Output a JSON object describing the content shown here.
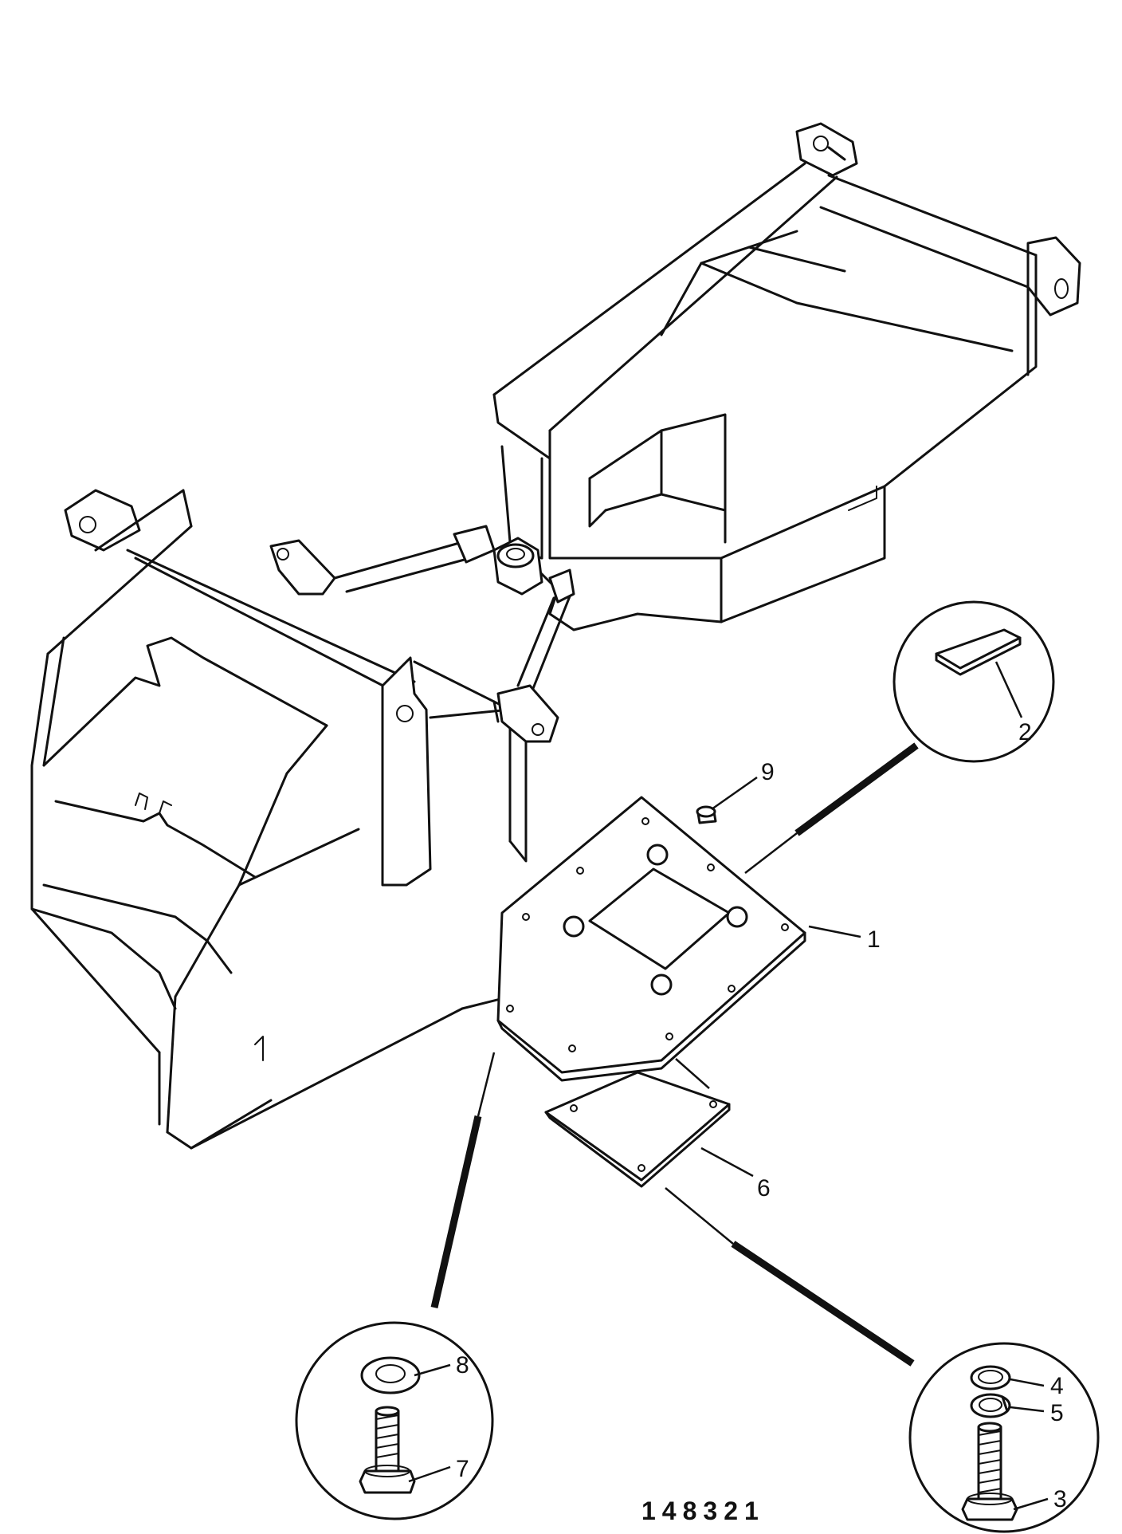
{
  "callouts": {
    "c1": "1",
    "c2": "2",
    "c3": "3",
    "c4": "4",
    "c5": "5",
    "c6": "6",
    "c7": "7",
    "c8": "8",
    "c9": "9"
  },
  "reference_number": "148321"
}
